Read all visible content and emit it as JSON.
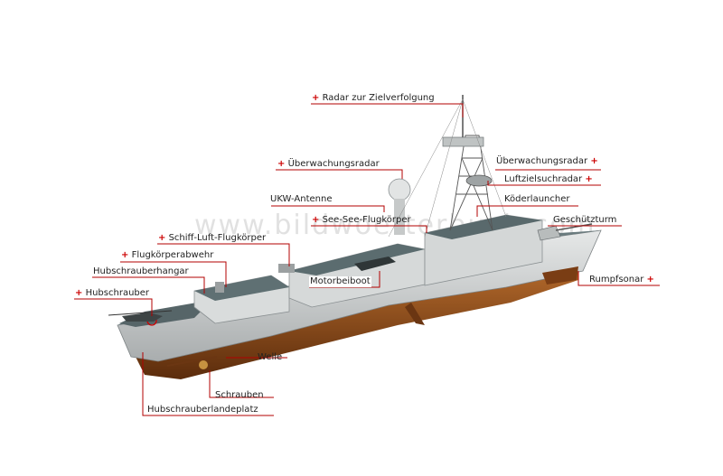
{
  "watermark": "www.bildwoerterbuch.com",
  "labels": {
    "radar_tracking": "Radar zur Zielverfolgung",
    "surveillance_left": "Überwachungsradar",
    "surveillance_right": "Überwachungsradar",
    "air_search": "Luftzielsuchradar",
    "vhf": "UKW-Antenne",
    "decoy": "Köderlauncher",
    "ssm": "See-See-Flugkörper",
    "turret": "Geschützturm",
    "sam": "Schiff-Luft-Flugkörper",
    "missile_defense": "Flugkörperabwehr",
    "hangar": "Hubschrauberhangar",
    "motorboat": "Motorbeiboot",
    "sonar": "Rumpfsonar",
    "helicopter": "Hubschrauber",
    "shaft": "Welle",
    "propellers": "Schrauben",
    "helipad": "Hubschrauberlandeplatz"
  },
  "plus_sign": "+",
  "colors": {
    "leader": "#b30000",
    "hull_gray": "#c8cbcc",
    "deck": "#5e6f72",
    "hull_bottom": "#8a4a1a"
  }
}
